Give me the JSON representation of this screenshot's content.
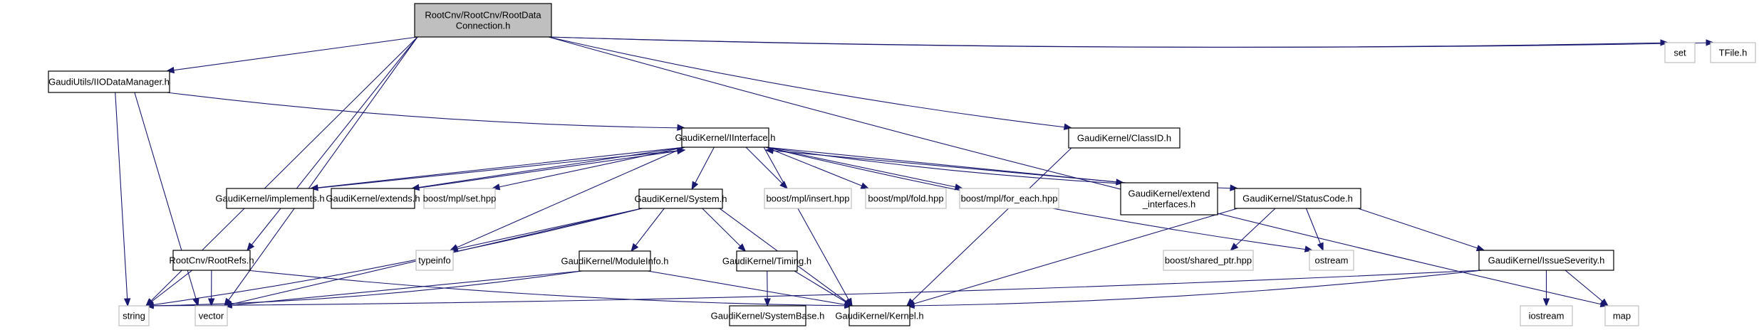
{
  "title": "RootCnv/RootCnv/RootDataConnection.h include dependency graph",
  "colors": {
    "edge": "#191970",
    "main_fill": "#bfbfbf",
    "doc_border": "#000000",
    "external_border": "#bfbfbf"
  },
  "nodes": [
    {
      "id": "root",
      "lines": [
        "RootCnv/RootCnv/RootData",
        "Connection.h"
      ],
      "kind": "main"
    },
    {
      "id": "iiodm",
      "lines": [
        "GaudiUtils/IIODataManager.h"
      ],
      "kind": "doc"
    },
    {
      "id": "classid",
      "lines": [
        "GaudiKernel/ClassID.h"
      ],
      "kind": "doc"
    },
    {
      "id": "set",
      "lines": [
        "set"
      ],
      "kind": "ext"
    },
    {
      "id": "tfile",
      "lines": [
        "TFile.h"
      ],
      "kind": "ext"
    },
    {
      "id": "iinterface",
      "lines": [
        "GaudiKernel/IInterface.h"
      ],
      "kind": "doc"
    },
    {
      "id": "implements",
      "lines": [
        "GaudiKernel/implements.h"
      ],
      "kind": "doc"
    },
    {
      "id": "extends",
      "lines": [
        "GaudiKernel/extends.h"
      ],
      "kind": "doc"
    },
    {
      "id": "mplset",
      "lines": [
        "boost/mpl/set.hpp"
      ],
      "kind": "ext"
    },
    {
      "id": "system",
      "lines": [
        "GaudiKernel/System.h"
      ],
      "kind": "doc"
    },
    {
      "id": "mplinsert",
      "lines": [
        "boost/mpl/insert.hpp"
      ],
      "kind": "ext"
    },
    {
      "id": "mplfold",
      "lines": [
        "boost/mpl/fold.hpp"
      ],
      "kind": "ext"
    },
    {
      "id": "mplforeach",
      "lines": [
        "boost/mpl/for_each.hpp"
      ],
      "kind": "ext"
    },
    {
      "id": "extendif",
      "lines": [
        "GaudiKernel/extend",
        "_interfaces.h"
      ],
      "kind": "doc"
    },
    {
      "id": "statuscode",
      "lines": [
        "GaudiKernel/StatusCode.h"
      ],
      "kind": "doc"
    },
    {
      "id": "rootrefs",
      "lines": [
        "RootCnv/RootRefs.h"
      ],
      "kind": "doc"
    },
    {
      "id": "typeinfo",
      "lines": [
        "typeinfo"
      ],
      "kind": "ext"
    },
    {
      "id": "moduleinfo",
      "lines": [
        "GaudiKernel/ModuleInfo.h"
      ],
      "kind": "doc"
    },
    {
      "id": "timing",
      "lines": [
        "GaudiKernel/Timing.h"
      ],
      "kind": "doc"
    },
    {
      "id": "sharedptr",
      "lines": [
        "boost/shared_ptr.hpp"
      ],
      "kind": "ext"
    },
    {
      "id": "ostream",
      "lines": [
        "ostream"
      ],
      "kind": "ext"
    },
    {
      "id": "issuesev",
      "lines": [
        "GaudiKernel/IssueSeverity.h"
      ],
      "kind": "doc"
    },
    {
      "id": "string",
      "lines": [
        "string"
      ],
      "kind": "ext"
    },
    {
      "id": "vector",
      "lines": [
        "vector"
      ],
      "kind": "ext"
    },
    {
      "id": "systembase",
      "lines": [
        "GaudiKernel/SystemBase.h"
      ],
      "kind": "doc"
    },
    {
      "id": "kernel",
      "lines": [
        "GaudiKernel/Kernel.h"
      ],
      "kind": "doc"
    },
    {
      "id": "iostream",
      "lines": [
        "iostream"
      ],
      "kind": "ext"
    },
    {
      "id": "map",
      "lines": [
        "map"
      ],
      "kind": "ext"
    }
  ],
  "edges": [
    [
      "root",
      "iiodm"
    ],
    [
      "root",
      "classid"
    ],
    [
      "root",
      "set"
    ],
    [
      "root",
      "tfile"
    ],
    [
      "root",
      "string"
    ],
    [
      "root",
      "vector"
    ],
    [
      "root",
      "map"
    ],
    [
      "root",
      "rootrefs"
    ],
    [
      "iiodm",
      "iinterface"
    ],
    [
      "iiodm",
      "string"
    ],
    [
      "iiodm",
      "vector"
    ],
    [
      "classid",
      "kernel"
    ],
    [
      "iinterface",
      "implements"
    ],
    [
      "implements",
      "iinterface"
    ],
    [
      "iinterface",
      "extends"
    ],
    [
      "extends",
      "iinterface"
    ],
    [
      "iinterface",
      "mplset"
    ],
    [
      "iinterface",
      "system"
    ],
    [
      "iinterface",
      "mplinsert"
    ],
    [
      "iinterface",
      "mplfold"
    ],
    [
      "iinterface",
      "mplforeach"
    ],
    [
      "iinterface",
      "extendif"
    ],
    [
      "extendif",
      "iinterface"
    ],
    [
      "iinterface",
      "statuscode"
    ],
    [
      "iinterface",
      "typeinfo"
    ],
    [
      "iinterface",
      "ostream"
    ],
    [
      "iinterface",
      "kernel"
    ],
    [
      "system",
      "string"
    ],
    [
      "system",
      "typeinfo"
    ],
    [
      "system",
      "moduleinfo"
    ],
    [
      "system",
      "timing"
    ],
    [
      "system",
      "kernel"
    ],
    [
      "system",
      "vector"
    ],
    [
      "moduleinfo",
      "string"
    ],
    [
      "moduleinfo",
      "vector"
    ],
    [
      "moduleinfo",
      "kernel"
    ],
    [
      "timing",
      "systembase"
    ],
    [
      "timing",
      "kernel"
    ],
    [
      "rootrefs",
      "string"
    ],
    [
      "rootrefs",
      "vector"
    ],
    [
      "rootrefs",
      "kernel"
    ],
    [
      "statuscode",
      "sharedptr"
    ],
    [
      "statuscode",
      "ostream"
    ],
    [
      "statuscode",
      "kernel"
    ],
    [
      "statuscode",
      "issuesev"
    ],
    [
      "issuesev",
      "iostream"
    ],
    [
      "issuesev",
      "map"
    ],
    [
      "issuesev",
      "string"
    ],
    [
      "issuesev",
      "kernel"
    ]
  ]
}
